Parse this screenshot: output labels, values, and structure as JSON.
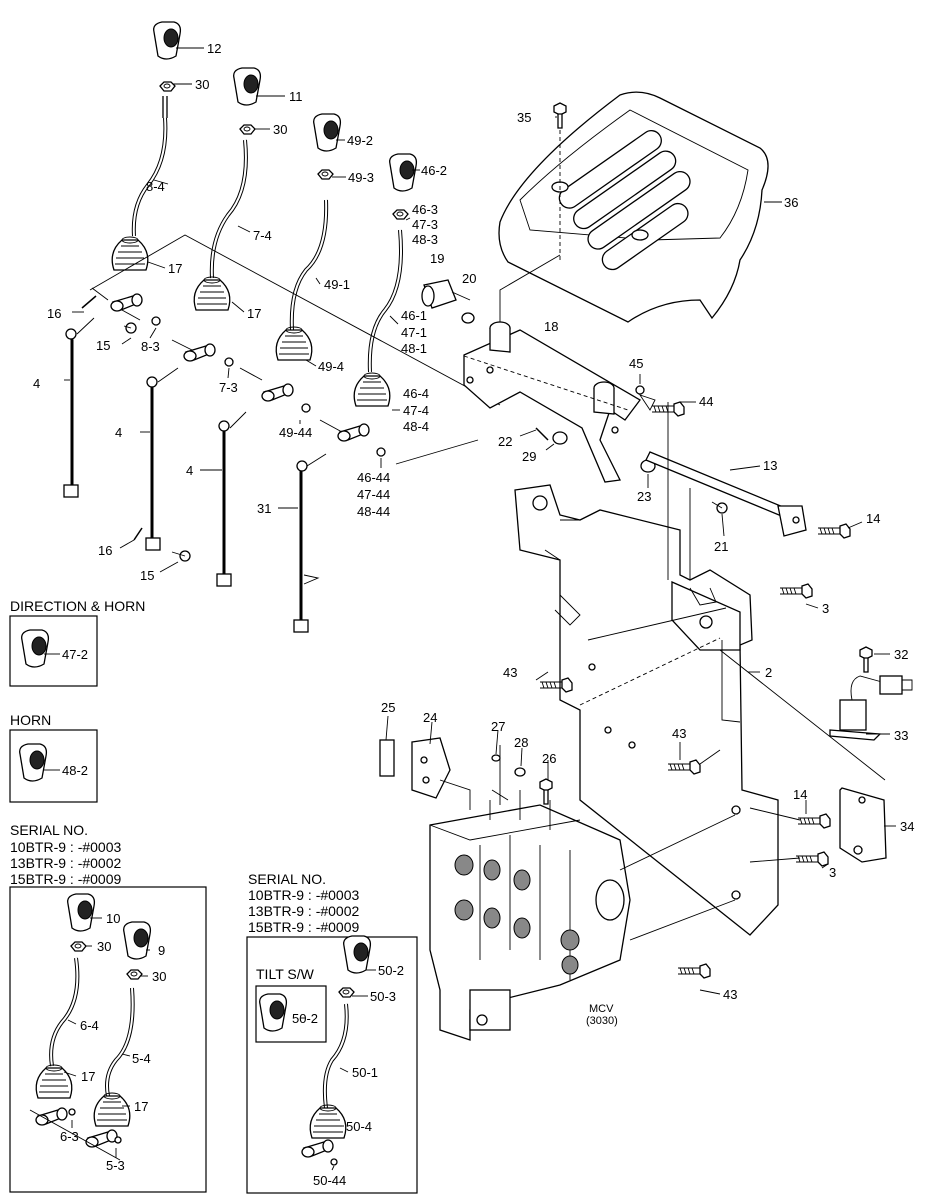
{
  "labels": {
    "p12": "12",
    "p30a": "30",
    "p11": "11",
    "p30b": "30",
    "p49_2": "49-2",
    "p49_3": "49-3",
    "p46_2": "46-2",
    "p46_3": "46-3",
    "p47_3": "47-3",
    "p48_3": "48-3",
    "p35": "35",
    "p36": "36",
    "p8_4": "8-4",
    "p7_4": "7-4",
    "p49_1": "49-1",
    "p17a": "17",
    "p17b": "17",
    "p19": "19",
    "p20": "20",
    "p46_1": "46-1",
    "p47_1": "47-1",
    "p48_1": "48-1",
    "p18": "18",
    "p16a": "16",
    "p15a": "15",
    "p8_3": "8-3",
    "p49_4": "49-4",
    "p7_3": "7-3",
    "p45": "45",
    "p44": "44",
    "p46_4": "46-4",
    "p47_4": "47-4",
    "p48_4": "48-4",
    "p4a": "4",
    "p4b": "4",
    "p4c": "4",
    "p49_44": "49-44",
    "p22": "22",
    "p29": "29",
    "p23": "23",
    "p13": "13",
    "p46_44": "46-44",
    "p47_44": "47-44",
    "p48_44": "48-44",
    "p31": "31",
    "p14a": "14",
    "p21": "21",
    "p16b": "16",
    "p15b": "15",
    "p3a": "3",
    "p47_2": "47-2",
    "p32": "32",
    "p43a": "43",
    "p2": "2",
    "p33": "33",
    "p48_2": "48-2",
    "p25": "25",
    "p24": "24",
    "p27": "27",
    "p28": "28",
    "p26": "26",
    "p43b": "43",
    "p14b": "14",
    "p34": "34",
    "p3b": "3",
    "p10": "10",
    "p30c": "30",
    "p9": "9",
    "p30d": "30",
    "p6_4": "6-4",
    "p5_4": "5-4",
    "p17c": "17",
    "p17d": "17",
    "p6_3": "6-3",
    "p5_3": "5-3",
    "p50_2a": "50-2",
    "p50_3": "50-3",
    "p50_2b": "50-2",
    "p50_1": "50-1",
    "p50_4": "50-4",
    "p50_44": "50-44",
    "p43c": "43",
    "mcv": "MCV",
    "mcv_code": "(3030)"
  },
  "insets": {
    "direction_horn": "DIRECTION & HORN",
    "horn": "HORN",
    "serial_left": {
      "title": "SERIAL NO.",
      "l1": "10BTR-9 : -#0003",
      "l2": "13BTR-9 : -#0002",
      "l3": "15BTR-9 : -#0009"
    },
    "serial_mid": {
      "title": "SERIAL NO.",
      "l1": "10BTR-9 : -#0003",
      "l2": "13BTR-9 : -#0002",
      "l3": "15BTR-9 : -#0009"
    },
    "tilt_sw": "TILT S/W"
  }
}
